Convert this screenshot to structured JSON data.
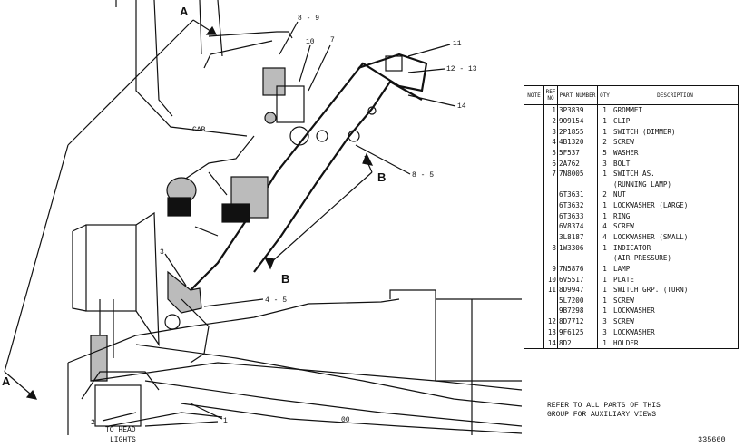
{
  "diagram": {
    "view_labels": [
      "A",
      "A",
      "B",
      "B"
    ],
    "callouts": [
      "8 - 9",
      "10",
      "7",
      "11",
      "12 - 13",
      "14",
      "8 - 5",
      "3",
      "4 - 5",
      "2",
      "1"
    ],
    "text_labels": {
      "cab": "CAB",
      "to_head_lights_1": "TO HEAD",
      "to_head_lights_2": "LIGHTS",
      "misc": "00"
    }
  },
  "table": {
    "headers": {
      "note": "NOTE",
      "ref_no": "REF NO",
      "part_number": "PART NUMBER",
      "qty": "QTY",
      "description": "DESCRIPTION"
    },
    "rows": [
      {
        "note": "",
        "ref": "1",
        "part": "3P3839",
        "qty": "1",
        "desc": "GROMMET"
      },
      {
        "note": "",
        "ref": "2",
        "part": "9O9154",
        "qty": "1",
        "desc": "CLIP"
      },
      {
        "note": "",
        "ref": "3",
        "part": "2P1855",
        "qty": "1",
        "desc": "SWITCH  (DIMMER)"
      },
      {
        "note": "",
        "ref": "4",
        "part": "4B1320",
        "qty": "2",
        "desc": "SCREW"
      },
      {
        "note": "",
        "ref": "5",
        "part": "5F537",
        "qty": "5",
        "desc": "WASHER"
      },
      {
        "note": "",
        "ref": "6",
        "part": "2A762",
        "qty": "3",
        "desc": "BOLT"
      },
      {
        "note": "",
        "ref": "7",
        "part": "7N8005",
        "qty": "1",
        "desc": "SWITCH AS."
      },
      {
        "note": "",
        "ref": "",
        "part": "",
        "qty": "",
        "desc": "(RUNNING LAMP)"
      },
      {
        "note": "",
        "ref": "",
        "part": "6T3631",
        "qty": "2",
        "desc": "  NUT"
      },
      {
        "note": "",
        "ref": "",
        "part": "6T3632",
        "qty": "1",
        "desc": "  LOCKWASHER  (LARGE)"
      },
      {
        "note": "",
        "ref": "",
        "part": "6T3633",
        "qty": "1",
        "desc": "  RING"
      },
      {
        "note": "",
        "ref": "",
        "part": "6V8374",
        "qty": "4",
        "desc": "  SCREW"
      },
      {
        "note": "",
        "ref": "",
        "part": "3L8187",
        "qty": "4",
        "desc": "  LOCKWASHER  (SMALL)"
      },
      {
        "note": "",
        "ref": "8",
        "part": "1W3306",
        "qty": "1",
        "desc": "INDICATOR"
      },
      {
        "note": "",
        "ref": "",
        "part": "",
        "qty": "",
        "desc": "(AIR PRESSURE)"
      },
      {
        "note": "",
        "ref": "9",
        "part": "7N5876",
        "qty": "1",
        "desc": "LAMP"
      },
      {
        "note": "",
        "ref": "10",
        "part": "6V5517",
        "qty": "1",
        "desc": "PLATE"
      },
      {
        "note": "",
        "ref": "11",
        "part": "8D9947",
        "qty": "1",
        "desc": "SWITCH GRP.  (TURN)"
      },
      {
        "note": "",
        "ref": "",
        "part": "5L7200",
        "qty": "1",
        "desc": "  SCREW"
      },
      {
        "note": "",
        "ref": "",
        "part": "9B7298",
        "qty": "1",
        "desc": "  LOCKWASHER"
      },
      {
        "note": "",
        "ref": "12",
        "part": "8D7712",
        "qty": "3",
        "desc": "SCREW"
      },
      {
        "note": "",
        "ref": "13",
        "part": "9F6125",
        "qty": "3",
        "desc": "LOCKWASHER"
      },
      {
        "note": "",
        "ref": "14",
        "part": "8D2",
        "qty": "1",
        "desc": "HOLDER"
      }
    ]
  },
  "note": {
    "line1": "REFER TO ALL PARTS OF THIS",
    "line2": "GROUP FOR AUXILIARY VIEWS"
  },
  "drawing_number": "335660"
}
